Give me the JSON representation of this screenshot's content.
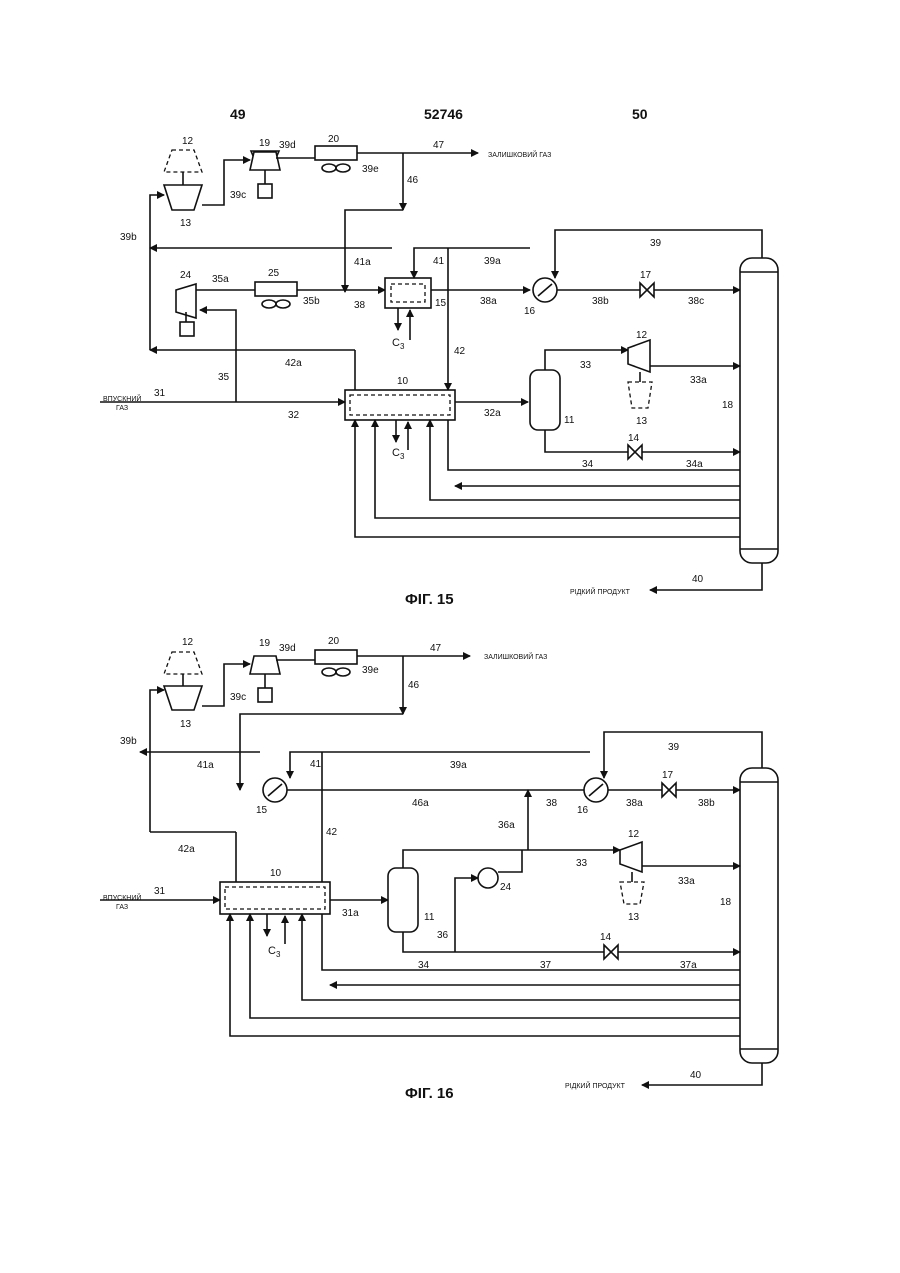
{
  "header": {
    "left_page": "49",
    "patent_number": "52746",
    "right_page": "50"
  },
  "fig15": {
    "caption": "ФІГ. 15",
    "labels": {
      "residue_gas": "ЗАЛИШКОВИЙ ГАЗ",
      "inlet_gas_1": "ВПУСКНИЙ",
      "inlet_gas_2": "ГАЗ",
      "liquid_product": "РІДКИЙ ПРОДУКТ",
      "c3_a": "C",
      "c3_a_sub": "3",
      "c3_b": "C",
      "c3_b_sub": "3"
    },
    "refs": {
      "r12": "12",
      "r13": "13",
      "r19": "19",
      "r39d": "39d",
      "r20": "20",
      "r47": "47",
      "r39c": "39c",
      "r39e": "39e",
      "r46": "46",
      "r39b": "39b",
      "r41a": "41a",
      "r41": "41",
      "r39a": "39a",
      "r39": "39",
      "r24": "24",
      "r35a": "35a",
      "r25": "25",
      "r17": "17",
      "r35b": "35b",
      "r38": "38",
      "r15": "15",
      "r38a": "38a",
      "r16": "16",
      "r38b": "38b",
      "r38c": "38c",
      "r42": "42",
      "r12b": "12",
      "r42a": "42a",
      "r33": "33",
      "r33a": "33a",
      "r35": "35",
      "r10": "10",
      "r31": "31",
      "r32": "32",
      "r32a": "32a",
      "r11": "11",
      "r18": "18",
      "r13b": "13",
      "r14": "14",
      "r34": "34",
      "r34a": "34a",
      "r40": "40"
    }
  },
  "fig16": {
    "caption": "ФІГ. 16",
    "labels": {
      "residue_gas": "ЗАЛИШКОВИЙ ГАЗ",
      "inlet_gas_1": "ВПУСКНИЙ",
      "inlet_gas_2": "ГАЗ",
      "liquid_product": "РІДКИЙ ПРОДУКТ",
      "c3": "C",
      "c3_sub": "3"
    },
    "refs": {
      "r12": "12",
      "r19": "19",
      "r39d": "39d",
      "r20": "20",
      "r47": "47",
      "r39c": "39c",
      "r39e": "39e",
      "r13": "13",
      "r46": "46",
      "r39b": "39b",
      "r41": "41",
      "r39a": "39a",
      "r39": "39",
      "r41a": "41a",
      "r15": "15",
      "r46a": "46a",
      "r38": "38",
      "r16": "16",
      "r17": "17",
      "r38a": "38a",
      "r38b": "38b",
      "r42": "42",
      "r36a": "36a",
      "r12b": "12",
      "r42a": "42a",
      "r33": "33",
      "r24": "24",
      "r10": "10",
      "r31": "31",
      "r31a": "31a",
      "r11": "11",
      "r33a": "33a",
      "r18": "18",
      "r13b": "13",
      "r36": "36",
      "r14": "14",
      "r34": "34",
      "r37": "37",
      "r37a": "37a",
      "r40": "40"
    }
  }
}
